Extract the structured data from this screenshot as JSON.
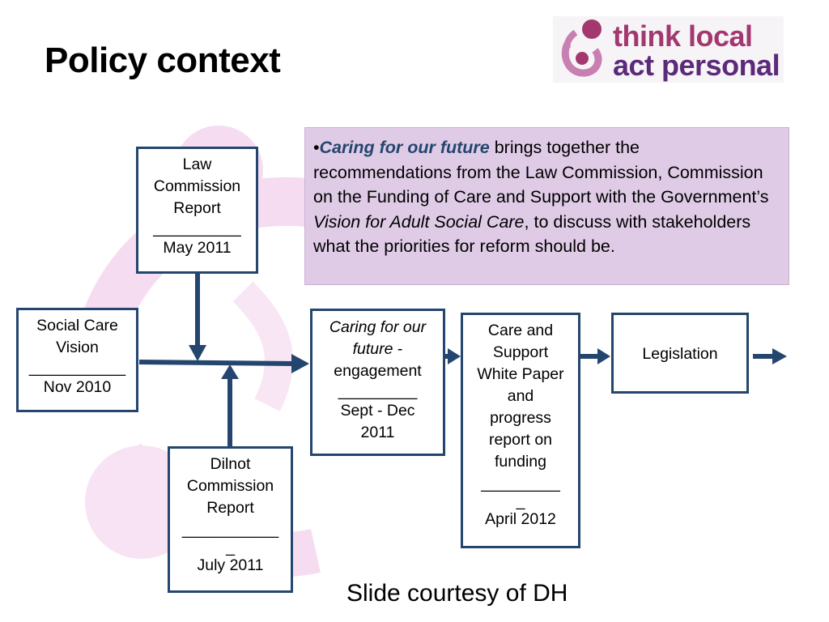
{
  "slide": {
    "title": "Policy context",
    "courtesy": "Slide courtesy of DH"
  },
  "logo": {
    "line1": "think local",
    "line2": "act personal"
  },
  "callout": {
    "bullet": "•",
    "emphasis": "Caring for our future",
    "text_part1": " brings together the recommendations from the Law Commission, Commission on the Funding of Care and Support with the Government’s ",
    "italic": "Vision for Adult Social Care",
    "text_part2": ", to discuss with stakeholders what the priorities for reform should be."
  },
  "boxes": {
    "law": {
      "line1": "Law",
      "line2": "Commission",
      "line3": "Report",
      "sep": "__________",
      "date": "May 2011"
    },
    "social": {
      "line1": "Social Care",
      "line2": "Vision",
      "sep": "___________",
      "date": "Nov 2010"
    },
    "dilnot": {
      "line1": "Dilnot",
      "line2": "Commission",
      "line3": "Report",
      "sep": "___________",
      "sep2": "_",
      "date": "July 2011"
    },
    "caring": {
      "italic": "Caring for our future",
      "suffix": " -",
      "line3": "engagement",
      "sep": "_________",
      "date1": "Sept - Dec",
      "date2": "2011"
    },
    "white_paper": {
      "line1": "Care and",
      "line2": "Support",
      "line3": "White Paper",
      "line4": "and",
      "line5": "progress",
      "line6": "report on",
      "line7": "funding",
      "sep": "_________",
      "sep2": "_",
      "date": "April 2012"
    },
    "legislation": {
      "label": "Legislation"
    }
  },
  "colors": {
    "box_border": "#24466e",
    "arrow": "#24466e",
    "callout_bg": "#dfcbe6",
    "emphasis": "#24466e",
    "logo_pink": "#a2386f",
    "logo_purple": "#5b2a7a",
    "decoration": "#f3d4ee"
  }
}
